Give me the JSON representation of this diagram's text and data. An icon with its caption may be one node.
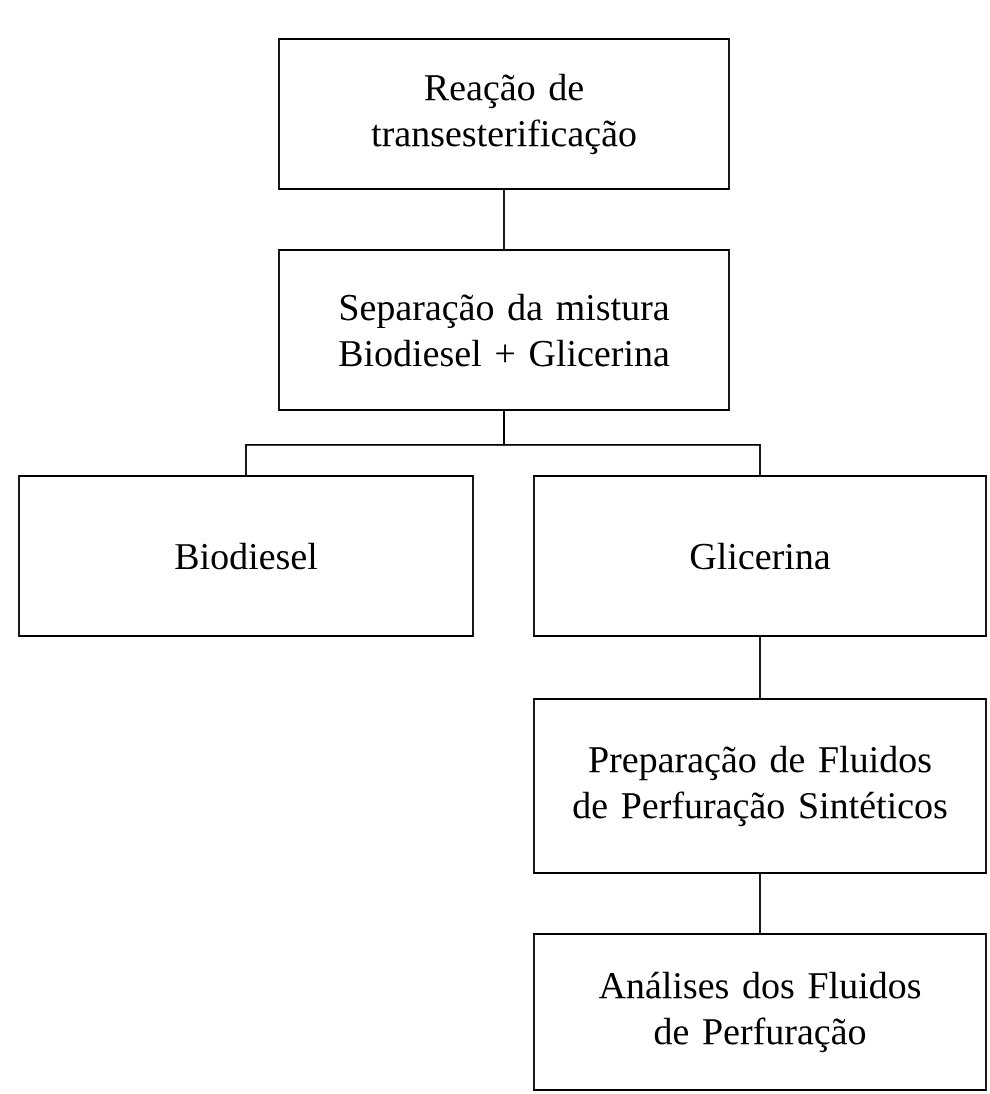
{
  "diagram": {
    "nodes": [
      {
        "text": [
          "Reação de transesterificação"
        ]
      },
      {
        "text": [
          "Separação da mistura Biodiesel + Glicerina"
        ]
      },
      {
        "text": [
          "Biodiesel"
        ]
      },
      {
        "text": [
          "Glicerina"
        ]
      },
      {
        "text": [
          "Preparação de Fluidos de Perfuração Sintéticos"
        ]
      },
      {
        "text": [
          "Análises dos Fluidos de Perfuração"
        ]
      }
    ],
    "edges": [
      {
        "from": 0,
        "to": 1,
        "arrow": "none"
      },
      {
        "from": 1,
        "to": 2,
        "arrow": "none"
      },
      {
        "from": 1,
        "to": 3,
        "arrow": "none"
      },
      {
        "from": 3,
        "to": 4,
        "arrow": "none"
      },
      {
        "from": 4,
        "to": 5,
        "arrow": "none"
      }
    ]
  }
}
